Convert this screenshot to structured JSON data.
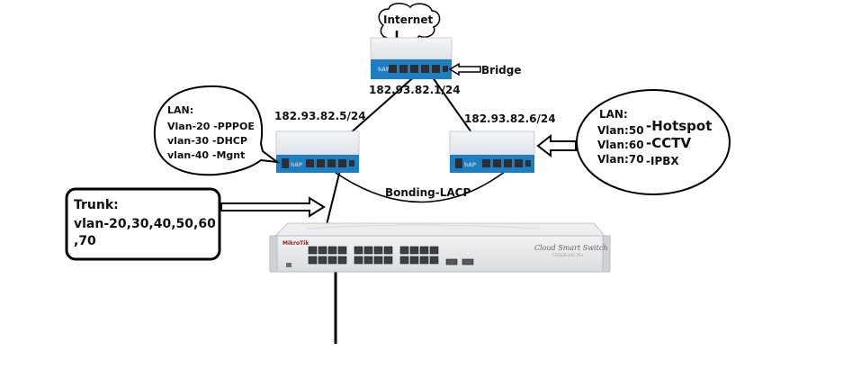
{
  "internet": {
    "label": "Internet"
  },
  "main_router": {
    "ip": "182.93.82.1/24",
    "role": "Bridge"
  },
  "left_router": {
    "ip": "182.93.82.5/24"
  },
  "right_router": {
    "ip": "182.93.82.6/24"
  },
  "left_lan": {
    "heading": "LAN:",
    "lines": [
      "Vlan-20 -PPPOE",
      "vlan-30 -DHCP",
      "vlan-40 -Mgnt"
    ]
  },
  "right_lan": {
    "heading": "LAN:",
    "lines": [
      {
        "vlan": "Vlan:50",
        "service": "-Hotspot"
      },
      {
        "vlan": "Vlan:60",
        "service": "-CCTV"
      },
      {
        "vlan": "Vlan:70",
        "service": "-IPBX"
      }
    ]
  },
  "bonding": {
    "label": "Bonding-LACP"
  },
  "trunk": {
    "lines": [
      "Trunk:",
      "vlan-20,30,40,50,60",
      ",70"
    ]
  },
  "switch": {
    "brand": "MikroTik",
    "title": "Cloud Smart Switch",
    "model": "CSS326-24G-2S+"
  },
  "router_brand": "hAP",
  "colors": {
    "device_blue": "#1c7fc2",
    "port_dark": "#2b2f35",
    "ink": "#000000"
  }
}
